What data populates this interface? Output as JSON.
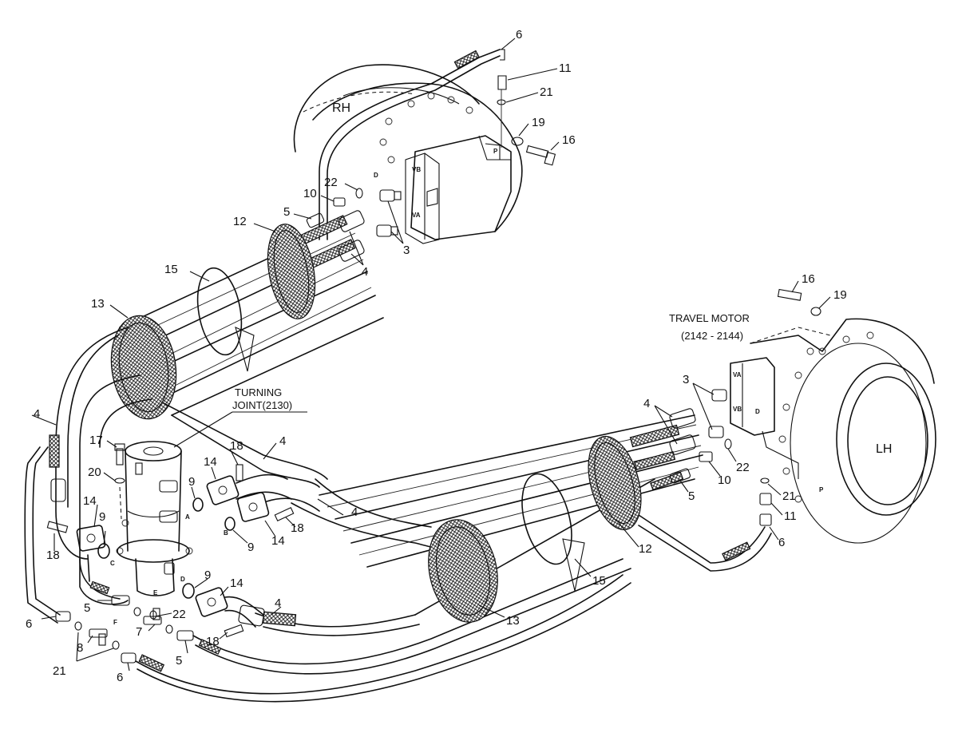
{
  "diagram": {
    "motor_labels": {
      "rh": "RH",
      "lh": "LH"
    },
    "travel_motor": {
      "line1": "TRAVEL MOTOR",
      "line2": "(2142 - 2144)"
    },
    "turning_joint": {
      "line1": "TURNING",
      "line2": "JOINT(2130)"
    },
    "port_labels": {
      "rh_vb": "VB",
      "rh_va": "VA",
      "rh_p": "P",
      "rh_d": "D",
      "lh_va": "VA",
      "lh_vb": "VB",
      "lh_d": "D",
      "lh_p": "P",
      "tj_a": "A",
      "tj_b": "B",
      "tj_c": "C",
      "tj_d": "D",
      "tj_e": "E",
      "tj_f": "F"
    },
    "callouts": {
      "c6_top": "6",
      "c11_top": "11",
      "c21_top": "21",
      "c19_top": "19",
      "c16_top": "16",
      "c22_top": "22",
      "c10_top": "10",
      "c5_top": "5",
      "c12_top": "12",
      "c3_top": "3",
      "c4_top": "4",
      "c15_top": "15",
      "c13_top": "13",
      "c16_right": "16",
      "c19_right": "19",
      "c3_right": "3",
      "c4_right": "4",
      "c22_right": "22",
      "c10_right": "10",
      "c5_right": "5",
      "c21_right": "21",
      "c11_right": "11",
      "c6_right": "6",
      "c12_right": "12",
      "c15_right": "15",
      "c13_bottom": "13",
      "c4_left": "4",
      "c17": "17",
      "c20": "20",
      "c14_a": "14",
      "c9_a": "9",
      "c18_a": "18",
      "c14_b": "14",
      "c9_b": "9",
      "c18_b": "18",
      "c4_mid": "4",
      "c4_mid2": "4",
      "c9_c": "9",
      "c14_c": "14",
      "c14_d": "14",
      "c9_d": "9",
      "c18_c": "18",
      "c5_left": "5",
      "c22_left": "22",
      "c7": "7",
      "c6_left": "6",
      "c8": "8",
      "c21_left": "21",
      "c5_bottom": "5",
      "c18_bottom": "18",
      "c6_bottom": "6",
      "c4_bottom": "4"
    }
  }
}
